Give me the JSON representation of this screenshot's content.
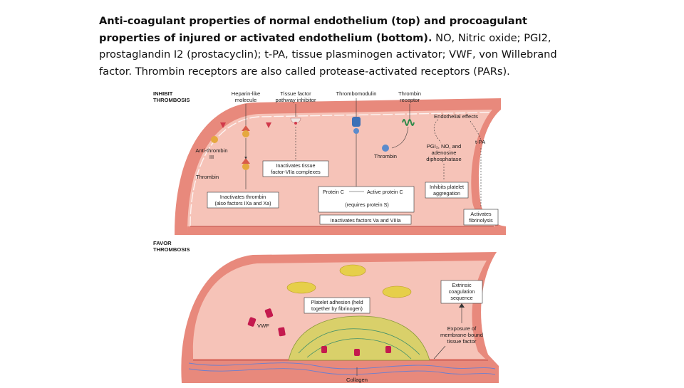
{
  "caption": {
    "bold": "Anti-coagulant properties of normal endothelium (top) and procoagulant properties of injured or activated endothelium (bottom).",
    "rest": " NO, Nitric oxide; PGI2, prostaglandin I2 (prostacyclin); t-PA, tissue plasminogen activator; VWF, von Willebrand factor. Thrombin receptors are also called protease-activated receptors (PARs)."
  },
  "top": {
    "heading": [
      "INHIBIT",
      "THROMBOSIS"
    ],
    "heparin": [
      "Heparin-like",
      "molecule"
    ],
    "tfpi": [
      "Tissue factor",
      "pathway inhibitor"
    ],
    "thrombomodulin": "Thrombomodulin",
    "thrombin_receptor": [
      "Thrombin",
      "receptor"
    ],
    "endothelial_effects": "Endothelial effects",
    "antithrombin": [
      "Anti-thrombin",
      "III"
    ],
    "thrombin_left": "Thrombin",
    "thrombin_mid": "Thrombin",
    "inactivates_tf": [
      "Inactivates tissue",
      "factor-VIIa complexes"
    ],
    "inactivates_thrombin": [
      "Inactivates thrombin",
      "(also factors IXa and Xa)"
    ],
    "pgi2": [
      "PGI₂, NO, and",
      "adenosine",
      "diphosphatase"
    ],
    "tpa": "t-PA",
    "protein_c": "Protein C",
    "active_protein_c": "Active protein C",
    "requires_s": "(requires protein S)",
    "inactivates_va": "Inactivates factors Va and VIIIa",
    "inhibits_platelet": [
      "Inhibits platelet",
      "aggregation"
    ],
    "activates_fib": [
      "Activates",
      "fibrinolysis"
    ]
  },
  "bottom": {
    "heading": [
      "FAVOR",
      "THROMBOSIS"
    ],
    "extrinsic": [
      "Extrinsic",
      "coagulation",
      "sequence"
    ],
    "platelet_adhesion": [
      "Platelet adhesion (held",
      "together by fibrinogen)"
    ],
    "vwf": "VWF",
    "exposure": [
      "Exposure of",
      "membrane-bound",
      "tissue factor"
    ],
    "collagen": "Collagen"
  },
  "colors": {
    "lumen": "#f3b8ad",
    "lumen_light": "#f8cfc5",
    "wall": "#e27e72",
    "wall_dark": "#c95f56",
    "box_fill": "#ffffff",
    "platelet": "#e6cf4a",
    "vwf": "#c41a4e"
  }
}
